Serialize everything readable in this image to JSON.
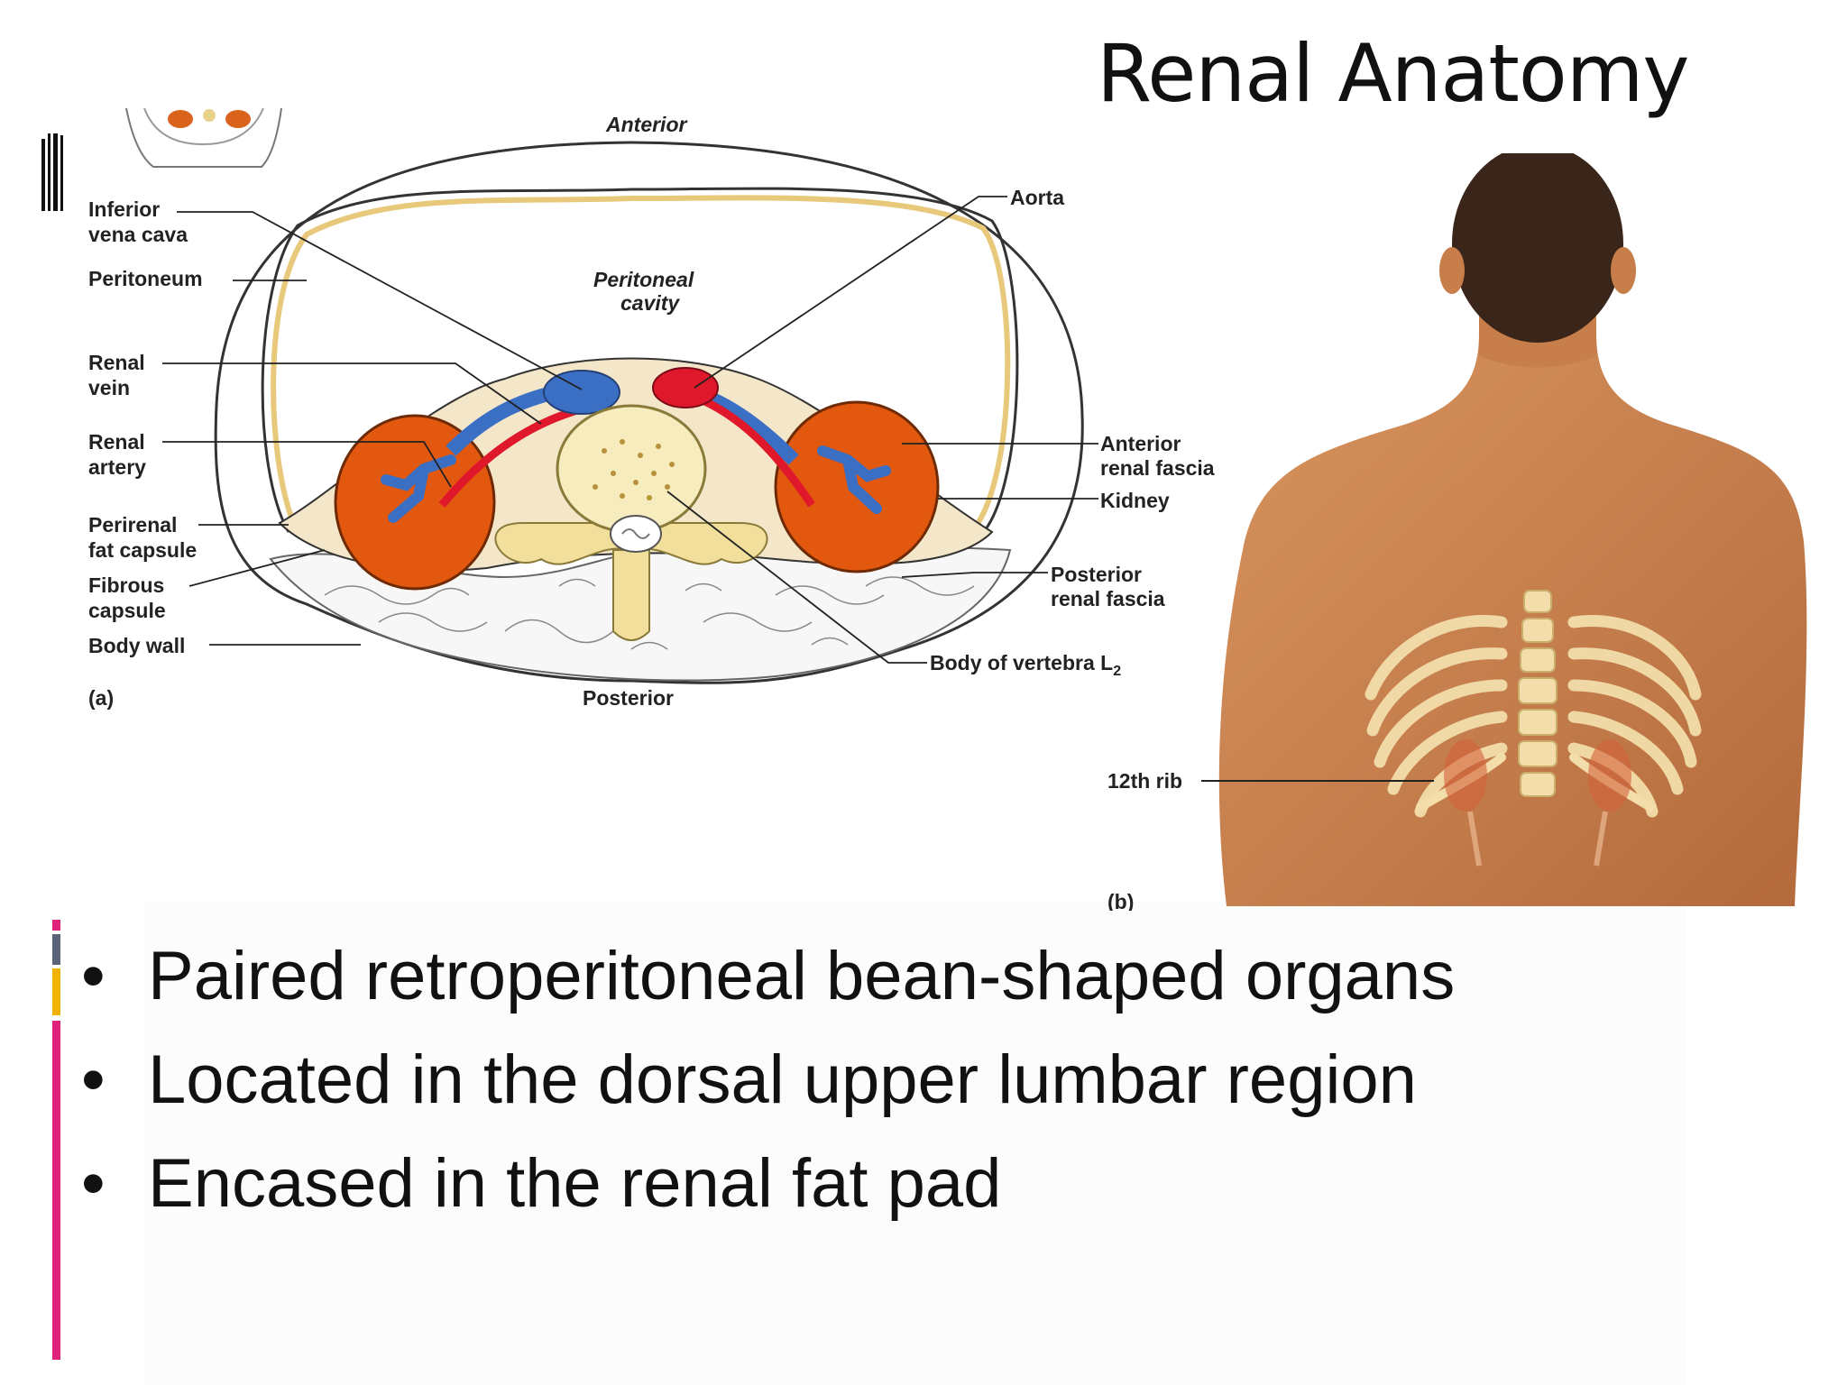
{
  "slide": {
    "title": "Renal Anatomy",
    "bullets": [
      "Paired retroperitoneal bean-shaped organs",
      "Located in the dorsal upper lumbar region",
      "Encased in the renal fat pad"
    ],
    "bullet_glyph": "•"
  },
  "figure_a": {
    "orientation_top": "Anterior",
    "orientation_bottom": "Posterior",
    "cavity_label": [
      "Peritoneal",
      "cavity"
    ],
    "panel_label": "(a)",
    "labels_left": {
      "ivc": [
        "Inferior",
        "vena cava"
      ],
      "peritoneum": "Peritoneum",
      "renal_vein": [
        "Renal",
        "vein"
      ],
      "renal_artery": [
        "Renal",
        "artery"
      ],
      "perirenal": [
        "Perirenal",
        "fat capsule"
      ],
      "fibrous": [
        "Fibrous",
        "capsule"
      ],
      "body_wall": "Body wall"
    },
    "labels_right": {
      "aorta": "Aorta",
      "anterior_fascia": [
        "Anterior",
        "renal fascia"
      ],
      "kidney": "Kidney",
      "posterior_fascia": [
        "Posterior",
        "renal fascia"
      ],
      "vertebra": "Body of vertebra L",
      "vertebra_sub": "2"
    }
  },
  "figure_b": {
    "rib_label": "12th rib",
    "panel_label": "(b)"
  },
  "colors": {
    "kidney": "#e2580e",
    "artery": "#e0182c",
    "vein": "#3b6fc4",
    "bone": "#f2df9c",
    "skin": "#c8804e",
    "accent_pink": "#e0237a",
    "accent_gold": "#f0b400",
    "accent_slate": "#5a6378"
  }
}
